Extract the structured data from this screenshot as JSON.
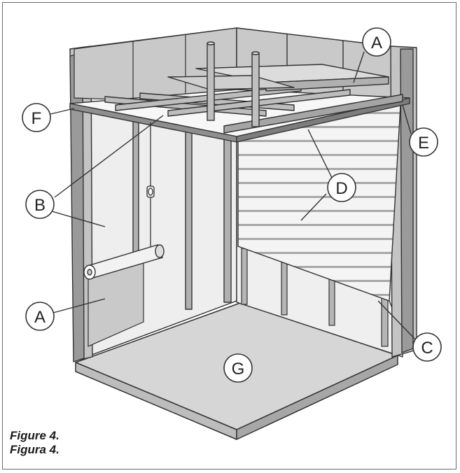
{
  "colors": {
    "wall_dark": "#c9c9c9",
    "wall_light": "#f2f2f2",
    "floor": "#d6d6d6",
    "frame": "#a9a9a9",
    "line": "#333333"
  },
  "callouts": {
    "A_top": "A",
    "A_left": "A",
    "B": "B",
    "C": "C",
    "D": "D",
    "E": "E",
    "F": "F",
    "G": "G"
  },
  "caption": {
    "line1": "Figure 4.",
    "line2": "Figura 4."
  }
}
